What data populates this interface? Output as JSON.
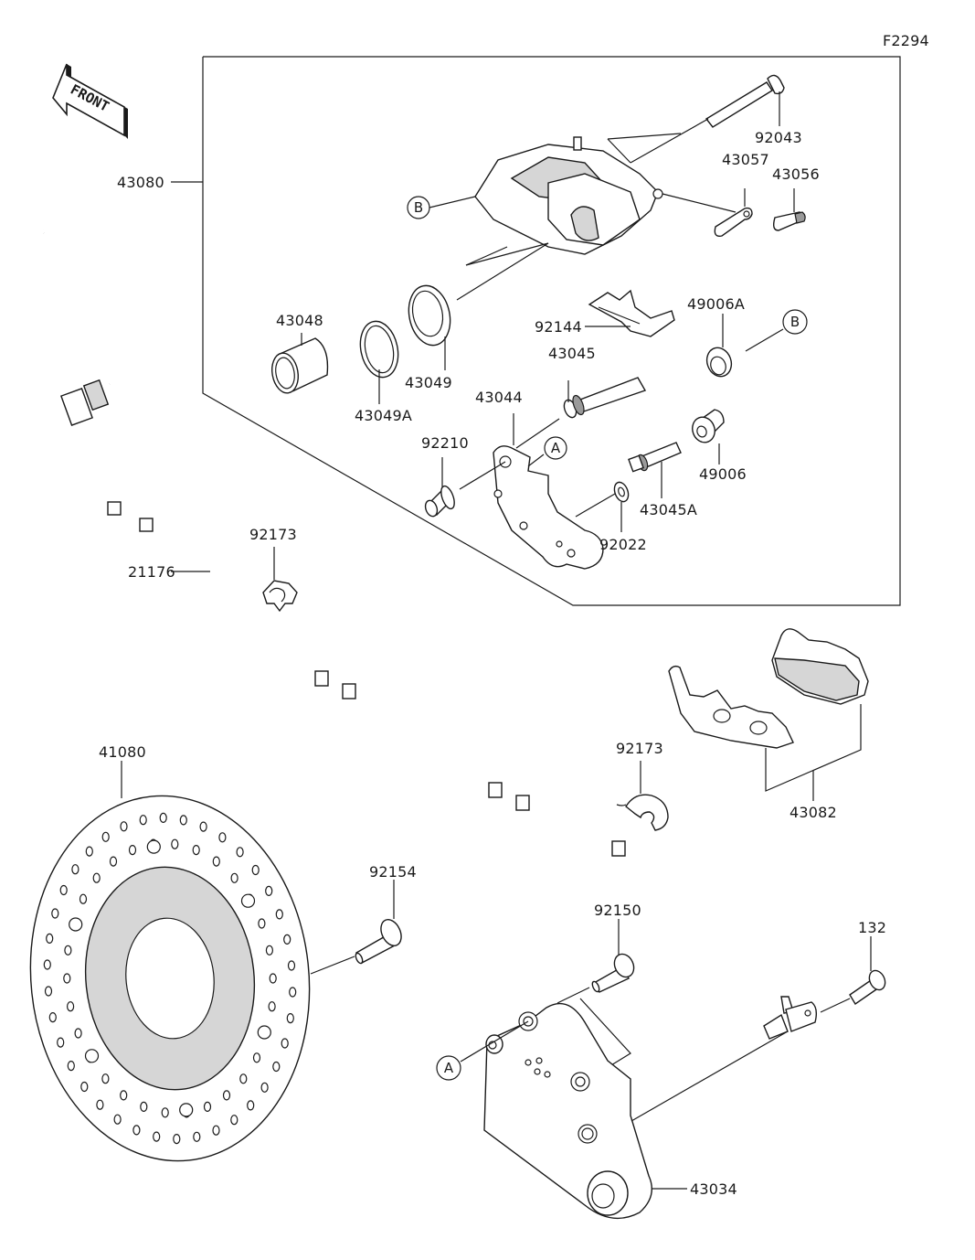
{
  "diagram": {
    "figure_code": "F2294",
    "front_indicator": "FRONT",
    "part_labels": {
      "p92043": "92043",
      "p43080": "43080",
      "p43057": "43057",
      "p43056": "43056",
      "p43048": "43048",
      "p92144": "92144",
      "p49006A": "49006A",
      "p43045": "43045",
      "p43049": "43049",
      "p43049A": "43049A",
      "p43044": "43044",
      "p92210": "92210",
      "p49006": "49006",
      "p43045A": "43045A",
      "p92022": "92022",
      "p92173_upper": "92173",
      "p21176": "21176",
      "p41080": "41080",
      "p92173_lower": "92173",
      "p43082": "43082",
      "p92154": "92154",
      "p92150": "92150",
      "p132": "132",
      "p43034": "43034"
    },
    "reference_markers": {
      "b_caliper": "B",
      "b_bushing": "B",
      "a_bracket": "A",
      "a_holder": "A"
    }
  }
}
